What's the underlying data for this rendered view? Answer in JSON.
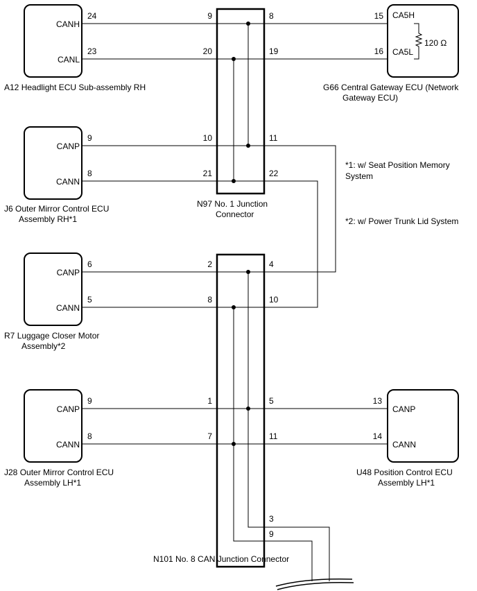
{
  "ecus": {
    "a12": {
      "code": "A12",
      "name_lines": [
        "Headlight ECU Sub-assembly RH"
      ],
      "pins": [
        {
          "label": "CANH",
          "num": "24"
        },
        {
          "label": "CANL",
          "num": "23"
        }
      ]
    },
    "g66": {
      "code": "G66",
      "name_lines": [
        "Central Gateway ECU (Network",
        "Gateway ECU)"
      ],
      "pins": [
        {
          "label": "CA5H",
          "num": "15"
        },
        {
          "label": "CA5L",
          "num": "16"
        }
      ],
      "resistor": "120 Ω"
    },
    "j6": {
      "code": "J6",
      "name_lines": [
        "Outer Mirror Control ECU",
        "Assembly RH*1"
      ],
      "pins": [
        {
          "label": "CANP",
          "num": "9"
        },
        {
          "label": "CANN",
          "num": "8"
        }
      ]
    },
    "r7": {
      "code": "R7",
      "name_lines": [
        "Luggage Closer Motor",
        "Assembly*2"
      ],
      "pins": [
        {
          "label": "CANP",
          "num": "6"
        },
        {
          "label": "CANN",
          "num": "5"
        }
      ]
    },
    "j28": {
      "code": "J28",
      "name_lines": [
        "Outer Mirror Control ECU",
        "Assembly LH*1"
      ],
      "pins": [
        {
          "label": "CANP",
          "num": "9"
        },
        {
          "label": "CANN",
          "num": "8"
        }
      ]
    },
    "u48": {
      "code": "U48",
      "name_lines": [
        "Position Control ECU",
        "Assembly LH*1"
      ],
      "pins": [
        {
          "label": "CANP",
          "num": "13"
        },
        {
          "label": "CANN",
          "num": "14"
        }
      ]
    }
  },
  "junctions": {
    "n97": {
      "code": "N97",
      "name_lines": [
        "No. 1 Junction",
        "Connector"
      ],
      "pins_left": [
        "9",
        "20",
        "10",
        "21"
      ],
      "pins_right": [
        "8",
        "19",
        "11",
        "22"
      ]
    },
    "n101": {
      "code": "N101",
      "name_lines": [
        "No. 8 CAN Junction Connector"
      ],
      "pins_left": [
        "2",
        "8",
        "1",
        "7"
      ],
      "pins_right": [
        "4",
        "10",
        "5",
        "11",
        "3",
        "9"
      ]
    }
  },
  "notes": [
    "*1: w/ Seat Position Memory",
    "System",
    "*2: w/ Power Trunk Lid System"
  ]
}
